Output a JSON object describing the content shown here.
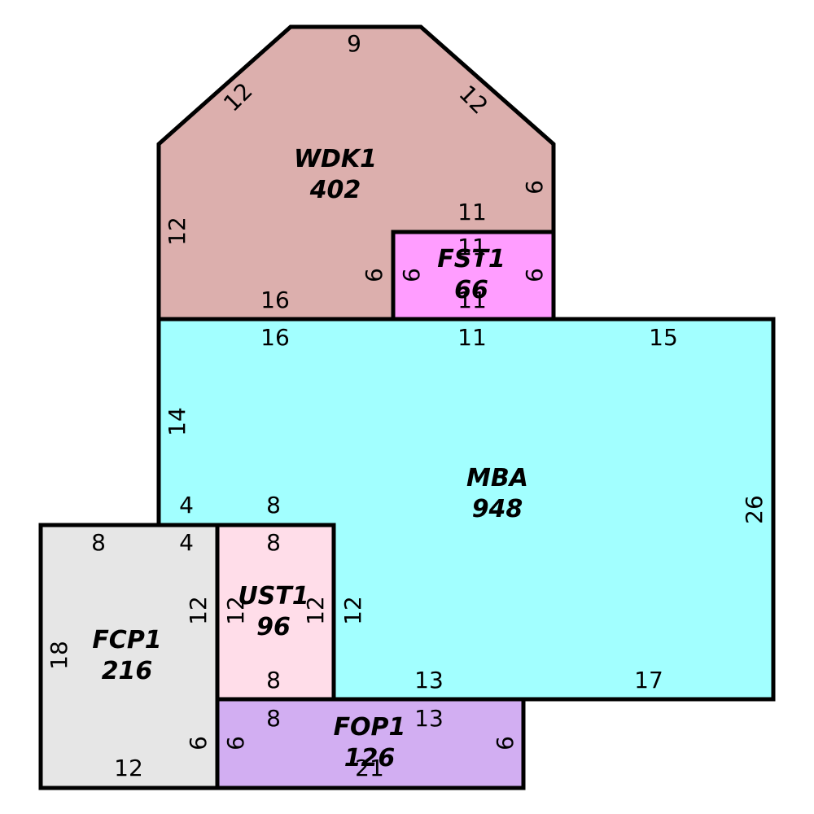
{
  "rooms": [
    {
      "id": "wdk1",
      "name": "WDK1",
      "area": "402",
      "color": "#dcafad"
    },
    {
      "id": "fst1",
      "name": "FST1",
      "area": "66",
      "color": "#ff9dff"
    },
    {
      "id": "mba",
      "name": "MBA",
      "area": "948",
      "color": "#a2ffff"
    },
    {
      "id": "fcp1",
      "name": "FCP1",
      "area": "216",
      "color": "#e6e6e6"
    },
    {
      "id": "ust1",
      "name": "UST1",
      "area": "96",
      "color": "#ffdde9"
    },
    {
      "id": "fop1",
      "name": "FOP1",
      "area": "126",
      "color": "#d2aef2"
    }
  ],
  "dims": {
    "wdk1": {
      "top": "9",
      "upper_left": "12",
      "upper_right": "12",
      "right": "6",
      "left": "12",
      "bottom": "16",
      "inner_right": "6",
      "inner_bottom": "11"
    },
    "fst1": {
      "top": "11",
      "left": "6",
      "right": "6",
      "bottom": "11"
    },
    "mba": {
      "top_left": "16",
      "top_mid": "11",
      "top_right": "15",
      "left": "14",
      "right": "26",
      "notch_top_a": "4",
      "notch_top_b": "8",
      "notch_right": "12",
      "bottom_mid": "13",
      "bottom_right": "17"
    },
    "fcp1": {
      "top_a": "8",
      "top_b": "4",
      "left": "18",
      "right": "12",
      "inner_right": "6",
      "bottom": "12"
    },
    "ust1": {
      "top": "8",
      "left": "12",
      "right": "12",
      "bottom": "8"
    },
    "fop1": {
      "top_a": "8",
      "top_b": "13",
      "left": "6",
      "right": "6",
      "bottom": "21"
    }
  }
}
